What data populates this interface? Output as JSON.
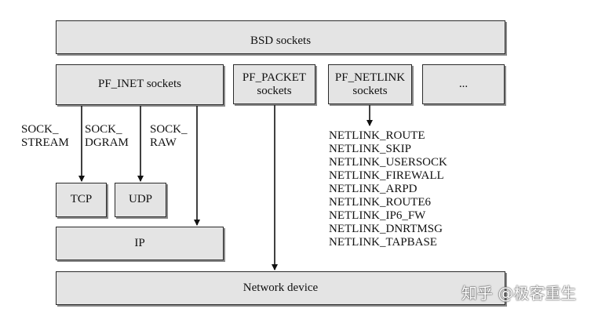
{
  "boxes": {
    "bsd_sockets": "BSD sockets",
    "pf_inet_sockets": "PF_INET sockets",
    "pf_packet_line1": "PF_PACKET",
    "pf_packet_line2": "sockets",
    "pf_netlink_line1": "PF_NETLINK",
    "pf_netlink_line2": "sockets",
    "ellipsis": "...",
    "tcp": "TCP",
    "udp": "UDP",
    "ip": "IP",
    "network_device": "Network device"
  },
  "socket_types": {
    "stream_line1": "SOCK_",
    "stream_line2": "STREAM",
    "dgram_line1": "SOCK_",
    "dgram_line2": "DGRAM",
    "raw_line1": "SOCK_",
    "raw_line2": "RAW"
  },
  "netlink_protocols": [
    "NETLINK_ROUTE",
    "NETLINK_SKIP",
    "NETLINK_USERSOCK",
    "NETLINK_FIREWALL",
    "NETLINK_ARPD",
    "NETLINK_ROUTE6",
    "NETLINK_IP6_FW",
    "NETLINK_DNRTMSG",
    "NETLINK_TAPBASE"
  ],
  "watermark": "知乎 @极客重生",
  "colors": {
    "box_fill": "#e4e4e4",
    "box_border": "#2a2a2a",
    "box_shadow": "#8a8a8a",
    "arrow": "#111111"
  }
}
